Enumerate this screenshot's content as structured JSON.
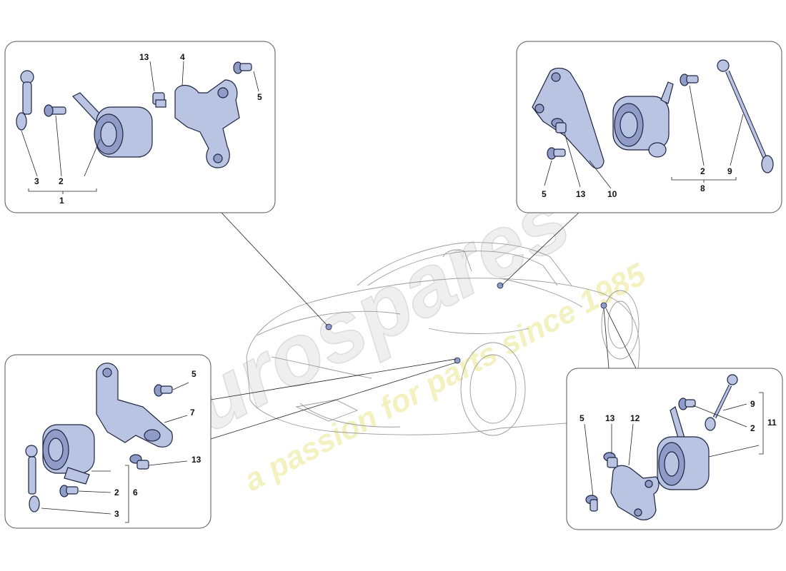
{
  "watermark": {
    "brand": "eurospares",
    "tagline": "a passion for parts since 1985"
  },
  "panels": {
    "top_left": {
      "callouts": [
        "13",
        "4",
        "5",
        "3",
        "2",
        "1"
      ]
    },
    "top_right": {
      "callouts": [
        "2",
        "9",
        "8",
        "5",
        "13",
        "10"
      ]
    },
    "bottom_left": {
      "callouts": [
        "5",
        "7",
        "13",
        "2",
        "6",
        "3"
      ]
    },
    "bottom_right": {
      "callouts": [
        "9",
        "11",
        "2",
        "5",
        "13",
        "12"
      ]
    }
  },
  "colors": {
    "part_fill": "#b9c4e3",
    "part_stroke": "#1d2340",
    "watermark": "#e8e8e8",
    "watermark_tagline": "#f2f0b8"
  }
}
